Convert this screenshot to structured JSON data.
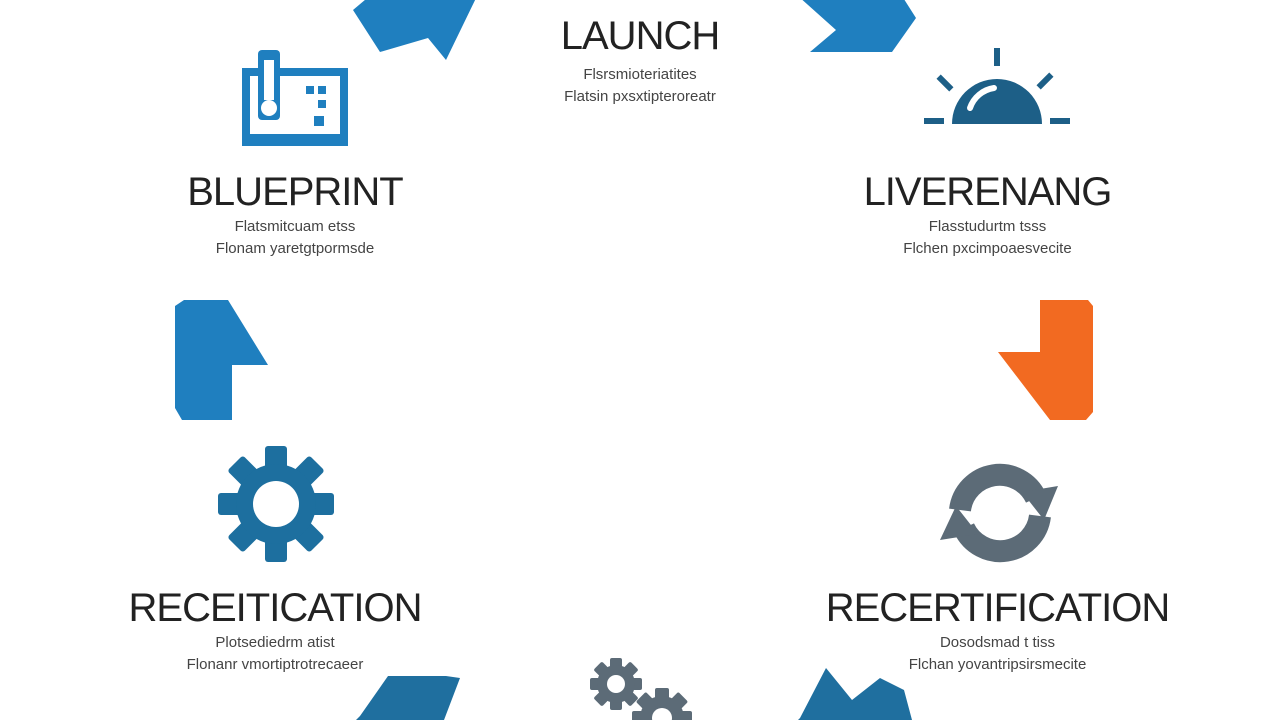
{
  "colors": {
    "blue": "#1f7fbf",
    "dark_blue": "#1d5f87",
    "orange": "#f26a21",
    "gray": "#5c6b77",
    "text": "#222222"
  },
  "stages": {
    "launch": {
      "title": "LAUNCH",
      "line1": "Flsrsmioteriatites",
      "line2": "Flatsin pxsxtipteroreatr",
      "icon": "none"
    },
    "blueprint": {
      "title": "BLUEPRINT",
      "line1": "Flatsmitcuam etss",
      "line2": "Flonam yaretgtpormsde",
      "icon": "blueprint-document-icon"
    },
    "livereaning": {
      "title": "LIVERENANG",
      "line1": "Flasstudurtm tsss",
      "line2": "Flchen pxcimpoaesvecite",
      "icon": "rising-sun-icon"
    },
    "recetication": {
      "title": "RECEITICATION",
      "line1": "Plotsediedrm atist",
      "line2": "Flonanr vmortiptrotrecaeer",
      "icon": "gear-icon"
    },
    "recertification": {
      "title": "RECERTIFICATION",
      "line1": "Dosodsmad t tiss",
      "line2": "Flchan yovantripsirsmecite",
      "icon": "refresh-cycle-icon"
    },
    "bottom": {
      "icon": "double-gear-icon"
    }
  },
  "arrows": [
    {
      "name": "arrow-top-left",
      "color": "blue"
    },
    {
      "name": "arrow-top-right",
      "color": "blue"
    },
    {
      "name": "arrow-left",
      "color": "blue"
    },
    {
      "name": "arrow-right",
      "color": "orange"
    },
    {
      "name": "arrow-bottom-left",
      "color": "dark_blue"
    },
    {
      "name": "arrow-bottom-right",
      "color": "dark_blue"
    }
  ]
}
